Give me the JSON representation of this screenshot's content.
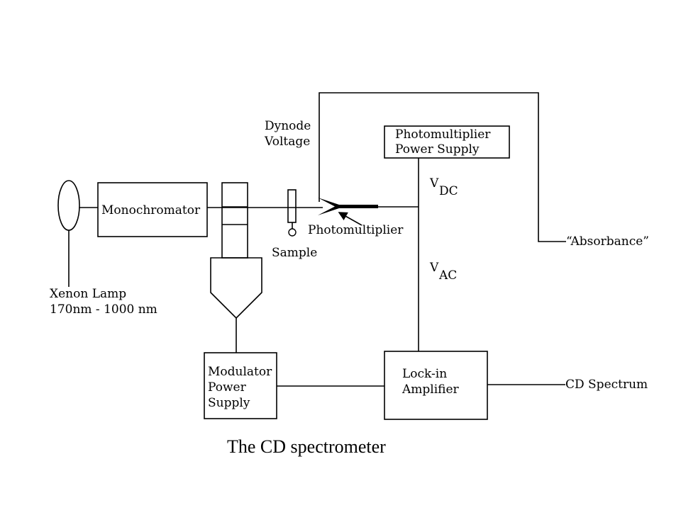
{
  "diagram": {
    "caption": "The CD spectrometer",
    "labels": {
      "xenon_lamp_line1": "Xenon Lamp",
      "xenon_lamp_line2": "170nm - 1000 nm",
      "monochromator": "Monochromator",
      "sample": "Sample",
      "photomultiplier": "Photomultiplier",
      "dynode_line1": "Dynode",
      "dynode_line2": "Voltage",
      "pm_power_line1": "Photomultiplier",
      "pm_power_line2": "Power Supply",
      "vdc_main": "V",
      "vdc_sub": "DC",
      "vac_main": "V",
      "vac_sub": "AC",
      "absorbance": "“Absorbance”",
      "modulator_line1": "Modulator",
      "modulator_line2": "Power",
      "modulator_line3": "Supply",
      "lockin_line1": "Lock-in",
      "lockin_line2": "Amplifier",
      "cd_spectrum": "CD Spectrum"
    }
  }
}
